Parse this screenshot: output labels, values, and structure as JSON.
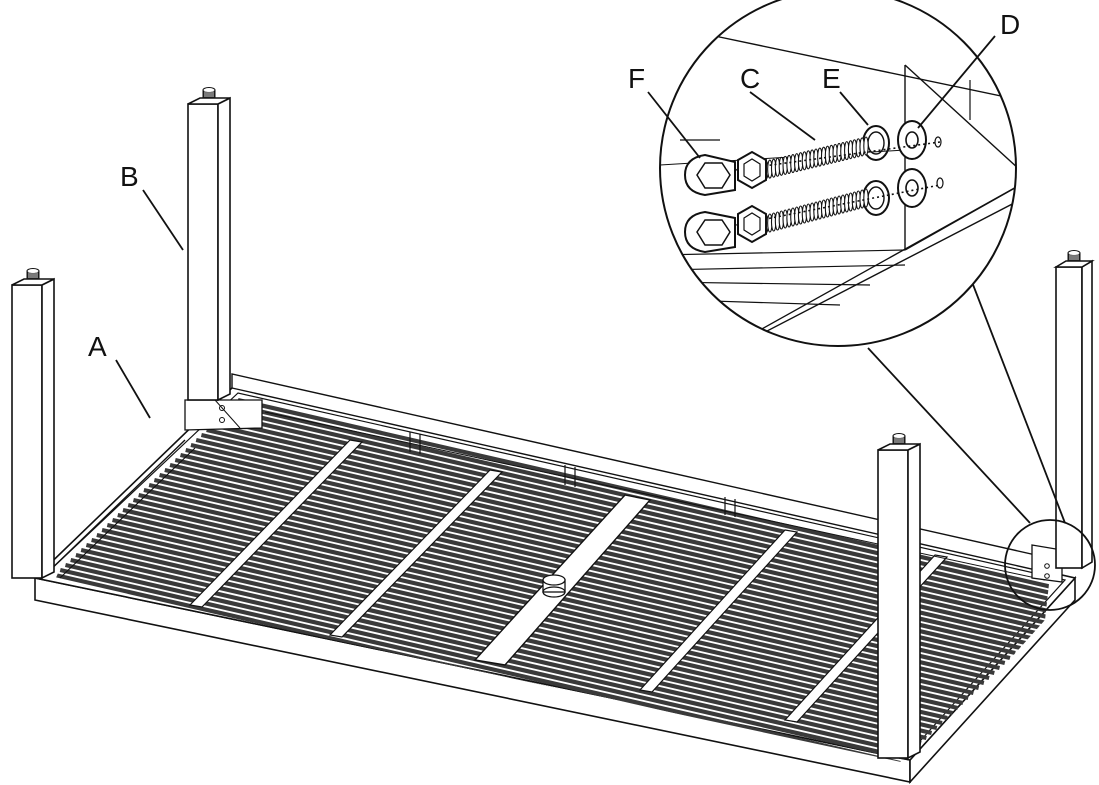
{
  "figure": {
    "background": "#ffffff",
    "line_color": "#111111",
    "slat_color": "#3a3a3a",
    "callout_labels": {
      "A": "A",
      "B": "B",
      "C": "C",
      "D": "D",
      "E": "E",
      "F": "F"
    }
  }
}
